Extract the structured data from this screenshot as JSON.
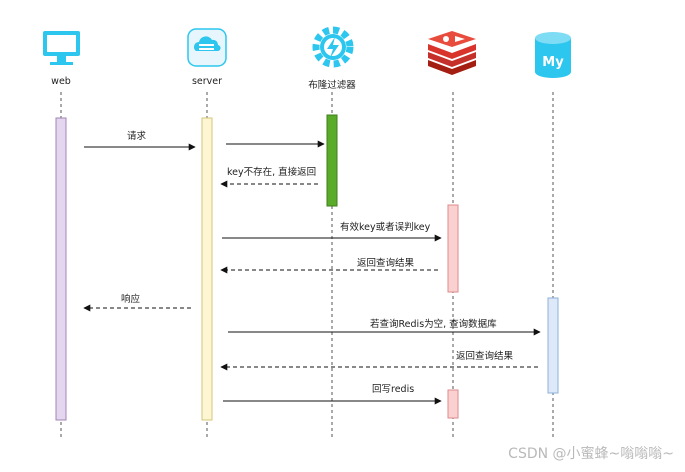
{
  "participants": [
    {
      "id": "web",
      "label": "web",
      "icon": "monitor-icon",
      "color": "#2cc6ee",
      "activation_fill": "#e5d6ef",
      "activation_stroke": "#9f86b3"
    },
    {
      "id": "server",
      "label": "server",
      "icon": "cloud-server-icon",
      "color": "#2cc6ee",
      "activation_fill": "#fdf6d3",
      "activation_stroke": "#d4c67a"
    },
    {
      "id": "bloom",
      "label": "布隆过滤器",
      "icon": "gear-lightning-icon",
      "color": "#2cc6ee",
      "activation_fill": "#5aab29",
      "activation_stroke": "#3f7f1c"
    },
    {
      "id": "redis",
      "label": "",
      "icon": "redis-icon",
      "color": "#d8342c",
      "activation_fill": "#fbd0d0",
      "activation_stroke": "#dc8b8b"
    },
    {
      "id": "mysql",
      "label": "",
      "icon": "mysql-database-icon",
      "color": "#2cc6ee",
      "activation_fill": "#dde9f8",
      "activation_stroke": "#8db0dd"
    }
  ],
  "icon_text": {
    "mysql": "My"
  },
  "messages": [
    {
      "from": "web",
      "to": "server",
      "label": "请求",
      "style": "solid"
    },
    {
      "from": "server",
      "to": "bloom",
      "label": "",
      "style": "solid"
    },
    {
      "from": "bloom",
      "to": "server",
      "label": "key不存在, 直接返回",
      "style": "dashed"
    },
    {
      "from": "server",
      "to": "redis",
      "label": "有效key或者误判key",
      "style": "solid"
    },
    {
      "from": "redis",
      "to": "server",
      "label": "返回查询结果",
      "style": "dashed"
    },
    {
      "from": "server",
      "to": "web",
      "label": "响应",
      "style": "dashed"
    },
    {
      "from": "server",
      "to": "mysql",
      "label": "若查询Redis为空, 查询数据库",
      "style": "solid"
    },
    {
      "from": "mysql",
      "to": "server",
      "label": "返回查询结果",
      "style": "dashed"
    },
    {
      "from": "server",
      "to": "redis",
      "label": "回写redis",
      "style": "solid"
    }
  ],
  "watermark": "CSDN @小蜜蜂~嗡嗡嗡~"
}
